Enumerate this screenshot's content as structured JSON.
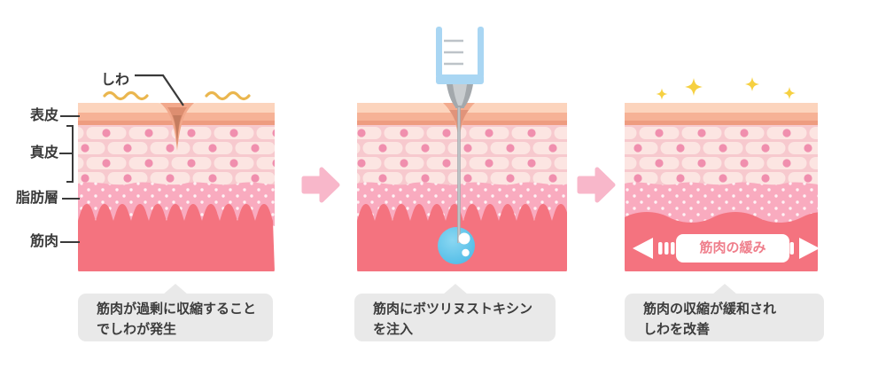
{
  "panel1": {
    "wrinkle_label": "しわ",
    "layer_labels": {
      "epidermis": "表皮",
      "dermis": "真皮",
      "fat_layer": "脂肪層",
      "muscle": "筋肉"
    },
    "caption": [
      "筋肉が過剰に収縮すること",
      "でしわが発生"
    ]
  },
  "panel2": {
    "caption": [
      "筋肉にボツリヌストキシン",
      "を注入"
    ]
  },
  "panel3": {
    "muscle_badge": "筋肉の緩み",
    "caption": [
      "筋肉の収縮が緩和され",
      "しわを改善"
    ]
  },
  "colors": {
    "skin_top_face": "#fcd4bd",
    "epidermis": "#f6b296",
    "epidermis_edge": "#ee9c80",
    "dermis_bg": "#f7c9ce",
    "dermis_cell": "#fce5e2",
    "dermis_cell_dot": "#f08fae",
    "fat_layer": "#f9abbf",
    "muscle": "#f4737f",
    "flow_arrow": "#f8b7ca",
    "caption_bubble": "#e9e9e9",
    "syringe_blue": "#a9d6f3",
    "toxin_droplet": "#4ebbe6",
    "sparkle": "#f6d041",
    "wrinkle_squiggle": "#eab64e",
    "badge_text": "#ef7e8b"
  }
}
